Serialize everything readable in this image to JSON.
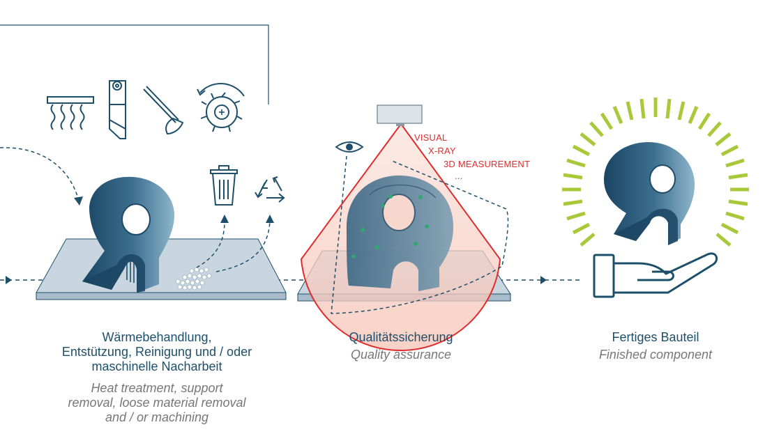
{
  "colors": {
    "part_dark": "#1d4a66",
    "part_light": "#5d8fac",
    "plate": "#c9d6e0",
    "line": "#1d4f6a",
    "accent_red": "#e02c2c",
    "accent_green": "#a9c93a"
  },
  "icons": [
    "heat-treatment-icon",
    "cutter-icon",
    "brush-icon",
    "milling-icon",
    "trash-icon",
    "recycle-icon",
    "eye-icon",
    "camera-icon",
    "hand-icon"
  ],
  "stages": [
    {
      "title": "Wärmebehandlung,\nEntstützung, Reinigung und / oder\nmaschinelle Nacharbeit",
      "subtitle": "Heat treatment, support\nremoval, loose material removal\nand / or machining"
    },
    {
      "title": "Qualitätssicherung",
      "subtitle": "Quality assurance"
    },
    {
      "title": "Fertiges Bauteil",
      "subtitle": "Finished component"
    }
  ],
  "qa_methods": [
    "VISUAL",
    "X-RAY",
    "3D MEASUREMENT",
    "..."
  ]
}
